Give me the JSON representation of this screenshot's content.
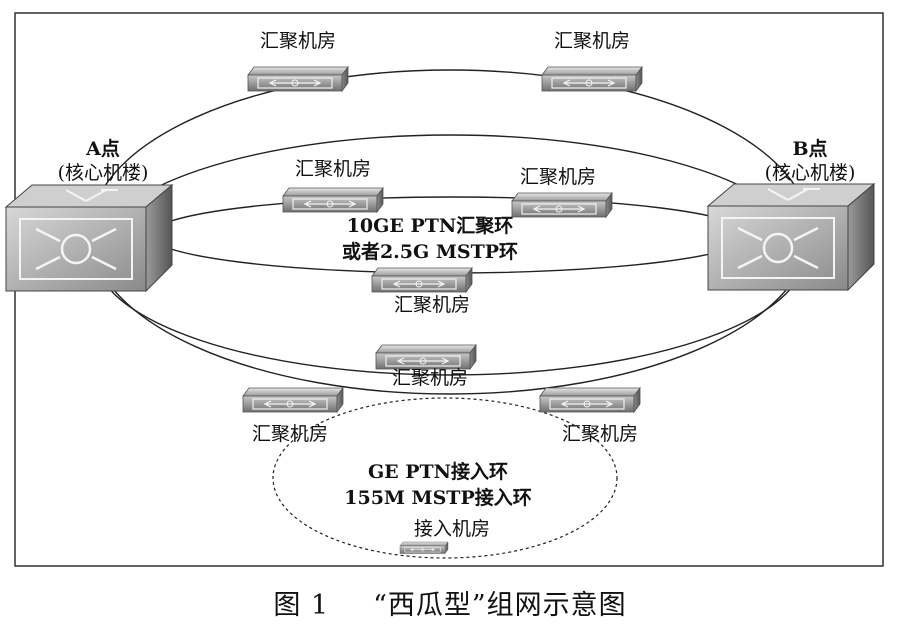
{
  "core_a": {
    "name": "A点",
    "sub": "(核心机楼)"
  },
  "core_b": {
    "name": "B点",
    "sub": "(核心机楼)"
  },
  "nodes": {
    "top_left": "汇聚机房",
    "top_right": "汇聚机房",
    "mid_left": "汇聚机房",
    "mid_right": "汇聚机房",
    "mid_bottom": "汇聚机房",
    "lower_center": "汇聚机房",
    "lower_left": "汇聚机房",
    "lower_right": "汇聚机房",
    "access": "接入机房"
  },
  "rings": {
    "aggregation_line1": "10GE PTN汇聚环",
    "aggregation_line2": "或者2.5G MSTP环",
    "access_line1": "GE PTN接入环",
    "access_line2": "155M MSTP接入环"
  },
  "caption": {
    "figure_no": "图 1",
    "title": "“西瓜型”组网示意图"
  }
}
